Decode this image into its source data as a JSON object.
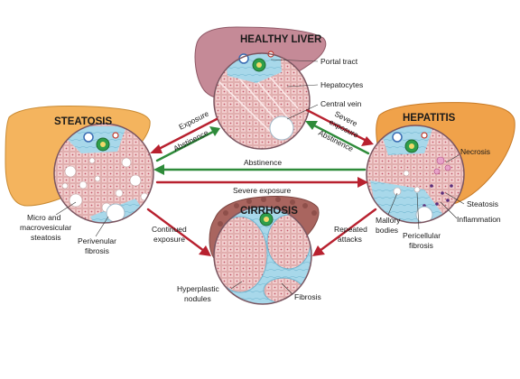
{
  "titles": {
    "healthy": "HEALTHY LIVER",
    "steatosis": "STEATOSIS",
    "hepatitis": "HEPATITIS",
    "cirrhosis": "CIRRHOSIS"
  },
  "labels": {
    "portal_tract": "Portal tract",
    "hepatocytes": "Hepatocytes",
    "central_vein": "Central vein",
    "necrosis": "Necrosis",
    "steatosis_feature": "Steatosis",
    "inflammation": "Inflammation",
    "mallory_1": "Mallory",
    "mallory_2": "bodies",
    "pericellular_1": "Pericellular",
    "pericellular_2": "fibrosis",
    "micro_1": "Micro and",
    "micro_2": "macrovesicular",
    "micro_3": "steatosis",
    "perivenular_1": "Perivenular",
    "perivenular_2": "fibrosis",
    "hyperplastic_1": "Hyperplastic",
    "hyperplastic_2": "nodules",
    "fibrosis": "Fibrosis"
  },
  "arrows": {
    "exposure": "Exposure",
    "abstinence_left": "Abstinence",
    "severe_exposure_top_1": "Severe",
    "severe_exposure_top_2": "exposure",
    "abstinence_right": "Abstinence",
    "abstinence_middle": "Abstinence",
    "severe_exposure_middle": "Severe exposure",
    "continued_1": "Continued",
    "continued_2": "exposure",
    "repeated_1": "Repeated",
    "repeated_2": "attacks"
  },
  "colors": {
    "red_arrow": "#b8212f",
    "green_arrow": "#2e8b3a",
    "healthy_liver": "#c58a97",
    "steatosis_liver": "#f4b45e",
    "hepatitis_liver": "#f0a24a",
    "cirrhosis_liver": "#a9655f",
    "tissue": "#f0c8c8",
    "fibrosis": "#9ed3e6"
  }
}
